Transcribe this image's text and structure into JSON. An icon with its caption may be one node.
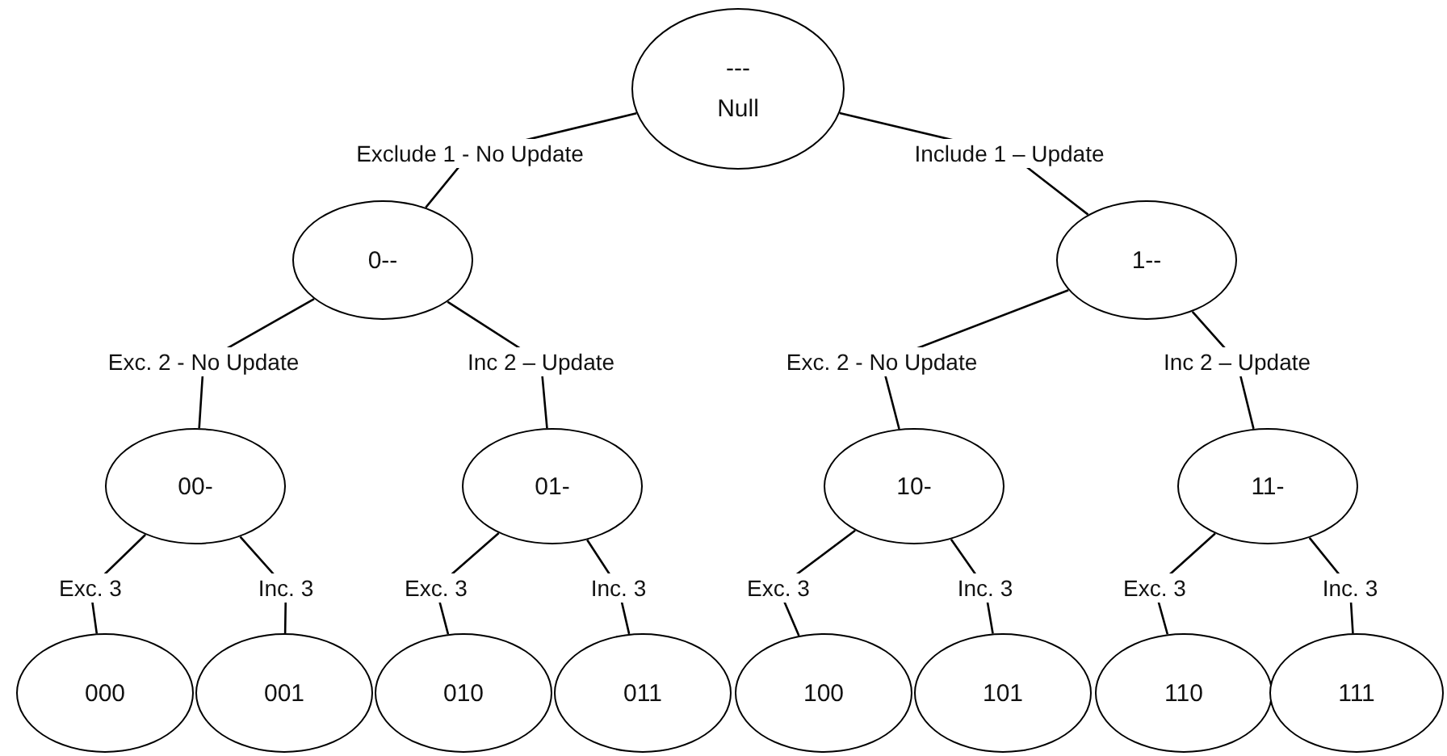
{
  "diagram": {
    "nodes": [
      {
        "text": [
          "---",
          "Null"
        ]
      },
      {
        "text": [
          "0--"
        ]
      },
      {
        "text": [
          "1--"
        ]
      },
      {
        "text": [
          "00-"
        ]
      },
      {
        "text": [
          "01-"
        ]
      },
      {
        "text": [
          "10-"
        ]
      },
      {
        "text": [
          "11-"
        ]
      },
      {
        "text": [
          "000"
        ]
      },
      {
        "text": [
          "001"
        ]
      },
      {
        "text": [
          "010"
        ]
      },
      {
        "text": [
          "011"
        ]
      },
      {
        "text": [
          "100"
        ]
      },
      {
        "text": [
          "101"
        ]
      },
      {
        "text": [
          "110"
        ]
      },
      {
        "text": [
          "111"
        ]
      }
    ],
    "edges": [
      {
        "from": 0,
        "to": 1,
        "arrow": "none",
        "label": "Exclude 1 - No Update"
      },
      {
        "from": 0,
        "to": 2,
        "arrow": "none",
        "label": "Include 1 – Update"
      },
      {
        "from": 1,
        "to": 3,
        "arrow": "none",
        "label": "Exc. 2 - No Update"
      },
      {
        "from": 1,
        "to": 4,
        "arrow": "none",
        "label": "Inc 2 – Update"
      },
      {
        "from": 2,
        "to": 5,
        "arrow": "none",
        "label": "Exc. 2 - No Update"
      },
      {
        "from": 2,
        "to": 6,
        "arrow": "none",
        "label": "Inc 2 – Update"
      },
      {
        "from": 3,
        "to": 7,
        "arrow": "none",
        "label": "Exc. 3"
      },
      {
        "from": 3,
        "to": 8,
        "arrow": "none",
        "label": "Inc. 3"
      },
      {
        "from": 4,
        "to": 9,
        "arrow": "none",
        "label": "Exc. 3"
      },
      {
        "from": 4,
        "to": 10,
        "arrow": "none",
        "label": "Inc. 3"
      },
      {
        "from": 5,
        "to": 11,
        "arrow": "none",
        "label": "Exc. 3"
      },
      {
        "from": 5,
        "to": 12,
        "arrow": "none",
        "label": "Inc. 3"
      },
      {
        "from": 6,
        "to": 13,
        "arrow": "none",
        "label": "Exc. 3"
      },
      {
        "from": 6,
        "to": 14,
        "arrow": "none",
        "label": "Inc. 3"
      }
    ]
  }
}
